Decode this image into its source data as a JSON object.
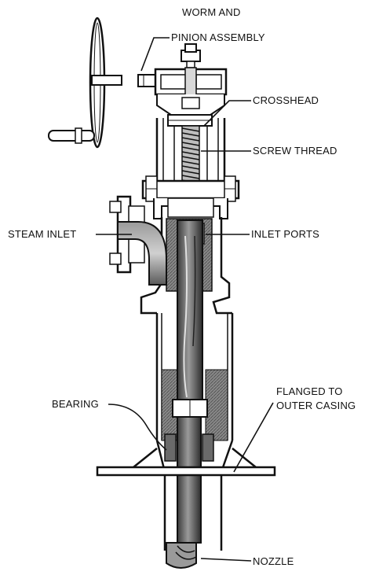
{
  "labels": {
    "worm_line1": "WORM AND",
    "worm_line2": "PINION ASSEMBLY",
    "crosshead": "CROSSHEAD",
    "screw_thread": "SCREW THREAD",
    "steam_inlet": "STEAM INLET",
    "inlet_ports": "INLET PORTS",
    "bearing": "BEARING",
    "flanged_line1": "FLANGED TO",
    "flanged_line2": "OUTER CASING",
    "nozzle": "NOZZLE"
  },
  "colors": {
    "ink": "#111111",
    "shade": "#7a7a7a",
    "dark_shade": "#3a3a3a",
    "background": "#ffffff"
  }
}
